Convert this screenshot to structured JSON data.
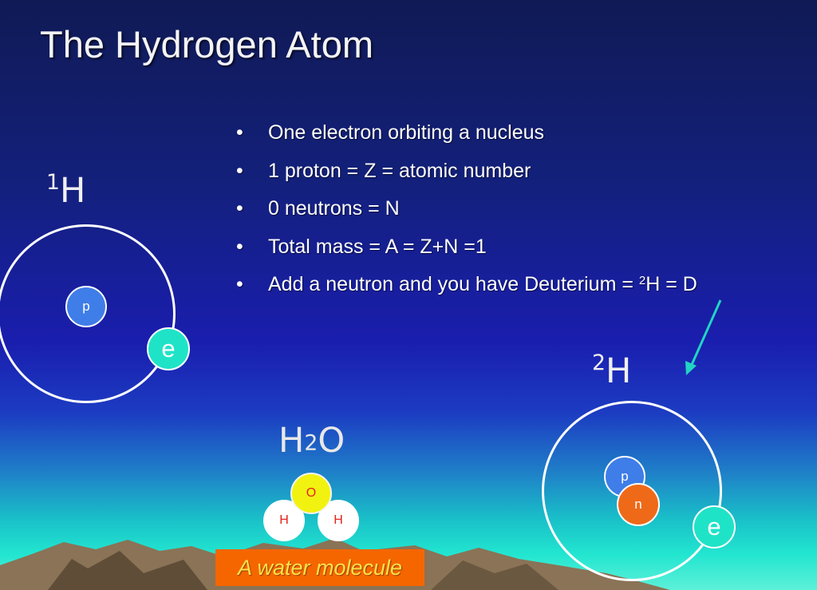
{
  "slide": {
    "title": "The Hydrogen Atom",
    "bullet_char": "•",
    "bullets": [
      "One electron orbiting a nucleus",
      "1 proton = Z = atomic number",
      "0 neutrons = N",
      "Total mass = A = Z+N =1"
    ],
    "last_bullet": {
      "before": "Add a neutron and you have Deuterium = ",
      "sup": "2",
      "after": "H = D"
    }
  },
  "hydrogen1": {
    "mass_number": "1",
    "symbol": "H",
    "proton_label": "p",
    "electron_label": "e"
  },
  "deuterium": {
    "mass_number": "2",
    "symbol": "H",
    "proton_label": "p",
    "neutron_label": "n",
    "electron_label": "e"
  },
  "water": {
    "formula_h": "H",
    "formula_sub": "2",
    "formula_o": "O",
    "oxygen_label": "O",
    "hydrogen_label": "H",
    "caption": "A water molecule"
  },
  "colors": {
    "proton": "#3f7de8",
    "neutron": "#ee6a18",
    "electron": "#1fe3c7",
    "oxygen": "#f2f210",
    "caption_bg": "#f56600",
    "caption_text": "#ffe14a",
    "arrow": "#22d4c4"
  }
}
